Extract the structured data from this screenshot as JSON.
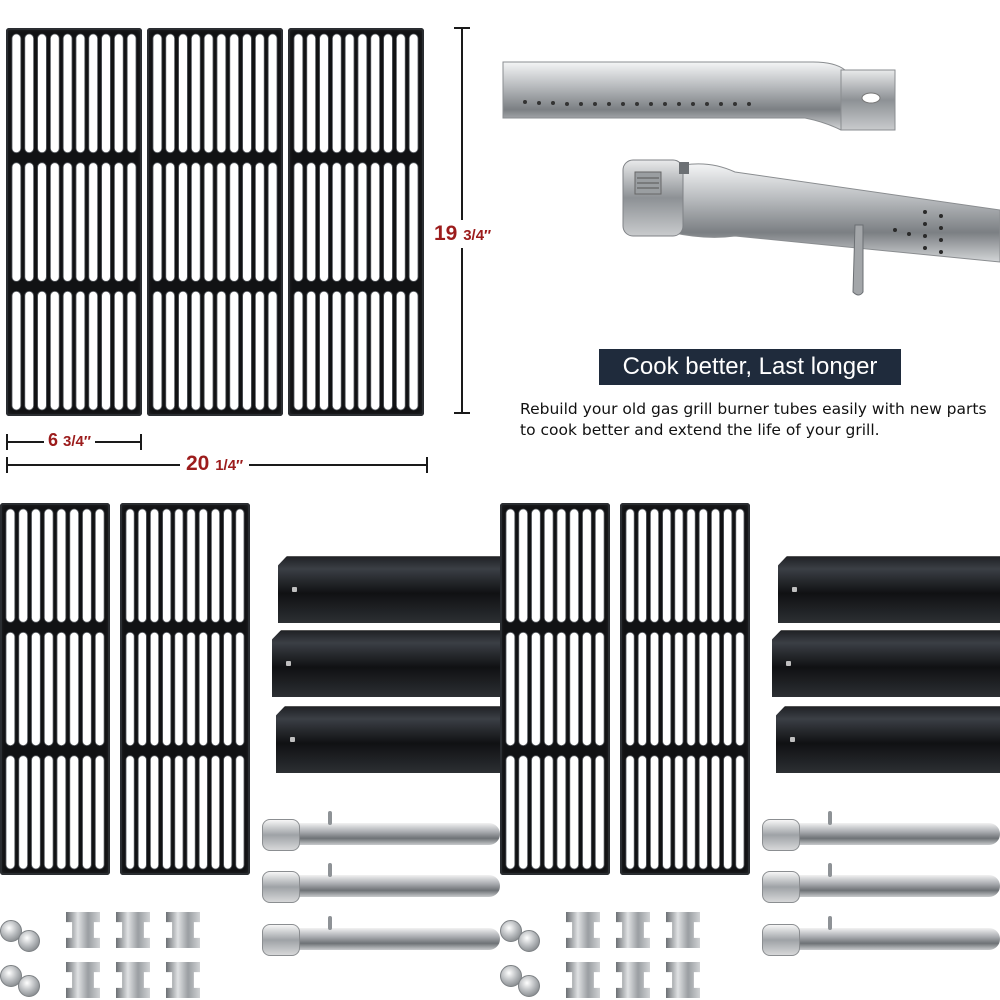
{
  "dimensions": {
    "height_whole": "19",
    "height_frac": "3/4″",
    "piece_width_whole": "6",
    "piece_width_frac": "3/4″",
    "total_width_whole": "20",
    "total_width_frac": "1/4″"
  },
  "headline": "Cook better, Last longer",
  "description": "Rebuild your old gas grill burner tubes easily with new parts to cook better and extend the life of your grill.",
  "colors": {
    "dimension_text": "#9c1c1c",
    "banner_background": "#1f2b3c",
    "banner_text": "#ffffff"
  }
}
